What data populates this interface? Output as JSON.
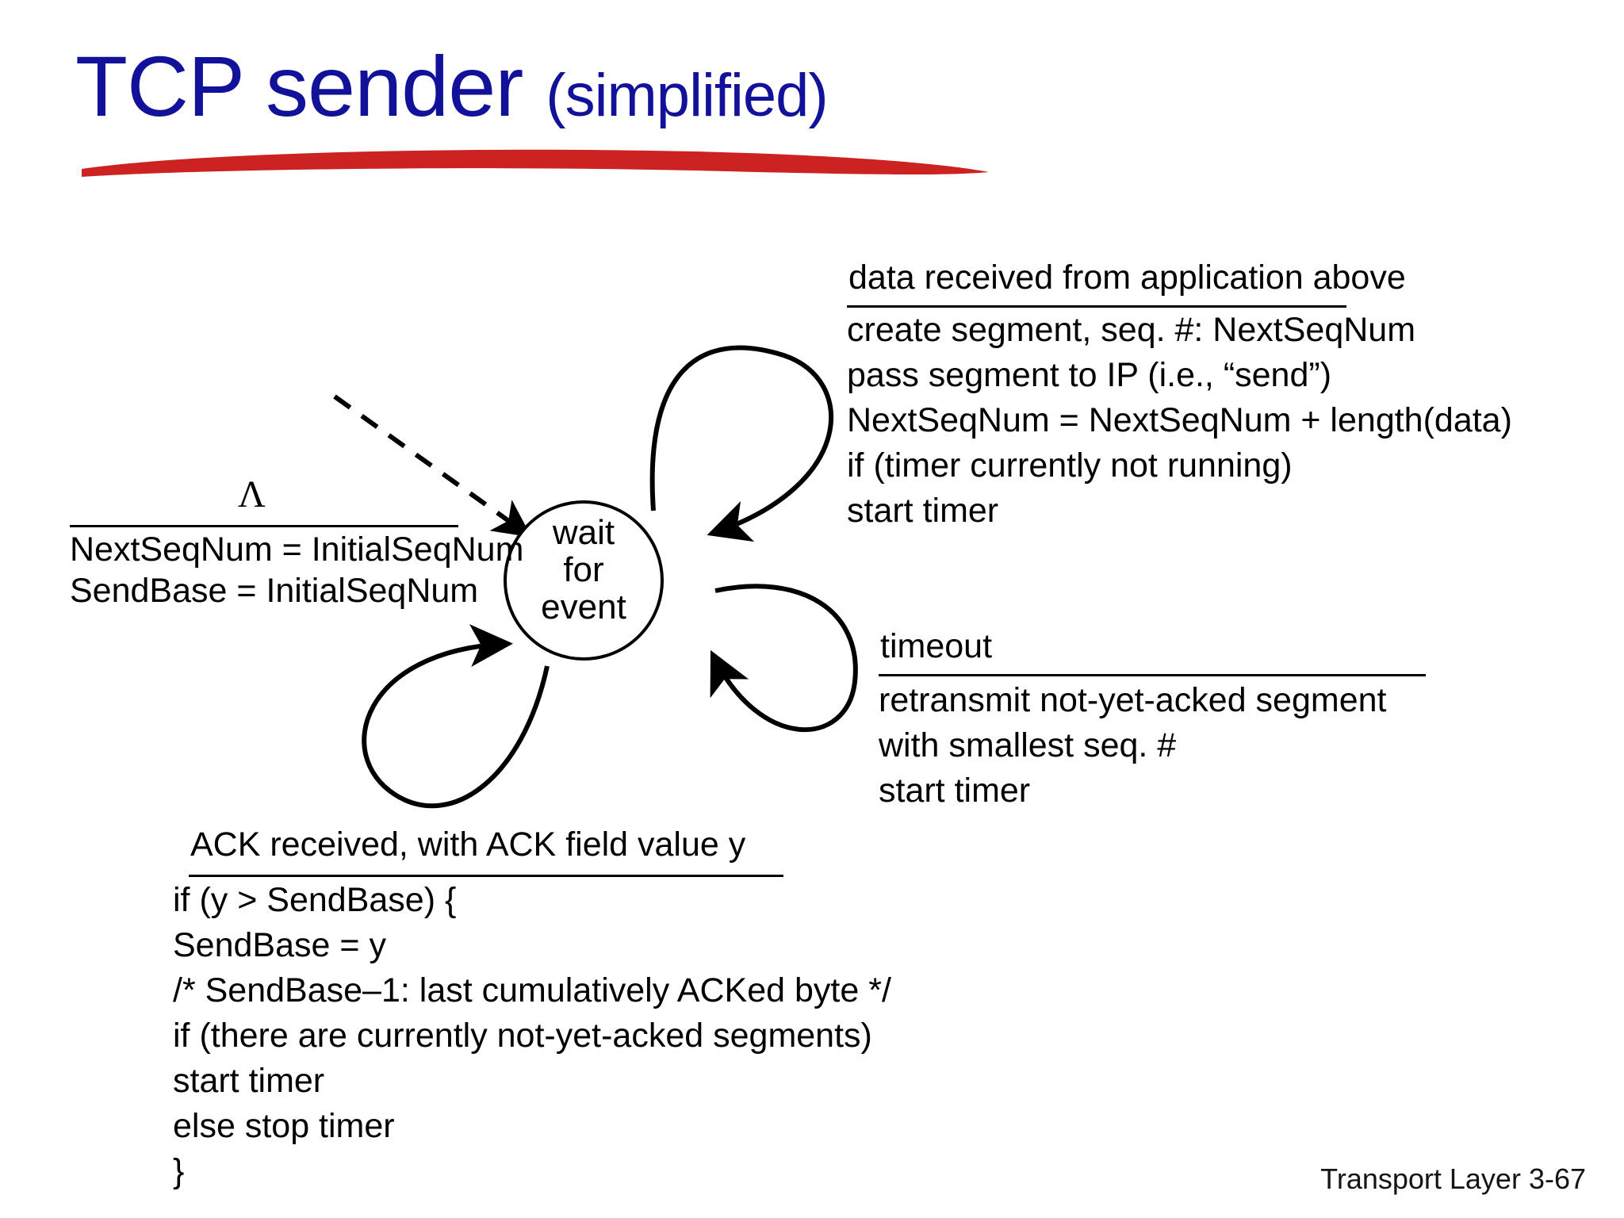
{
  "slide": {
    "title_main": "TCP sender ",
    "title_sub": "(simplified)",
    "title_color": "#11119a",
    "underline_color": "#cc2222",
    "footer": "Transport Layer 3-67"
  },
  "state": {
    "label_line1": "wait",
    "label_line2": "for",
    "label_line3": "event",
    "shadow_color": "#141493"
  },
  "init_transition": {
    "event": "Λ",
    "actions": [
      "NextSeqNum = InitialSeqNum",
      "SendBase = InitialSeqNum"
    ]
  },
  "data_received_transition": {
    "event": "data received from application above",
    "actions": [
      "create segment, seq. #: NextSeqNum",
      "pass segment to IP (i.e., “send”)",
      "NextSeqNum = NextSeqNum + length(data)",
      "if (timer currently not running)",
      "   start timer"
    ]
  },
  "timeout_transition": {
    "event": "timeout",
    "actions": [
      "retransmit not-yet-acked segment",
      "             with smallest seq. #",
      "start timer"
    ]
  },
  "ack_received_transition": {
    "event": "ACK received, with ACK field value y",
    "actions": [
      "if (y > SendBase) {",
      "    SendBase = y",
      "    /* SendBase–1: last cumulatively ACKed byte */",
      "    if (there are currently not-yet-acked segments)",
      "        start timer",
      "      else stop timer",
      "      }"
    ]
  }
}
